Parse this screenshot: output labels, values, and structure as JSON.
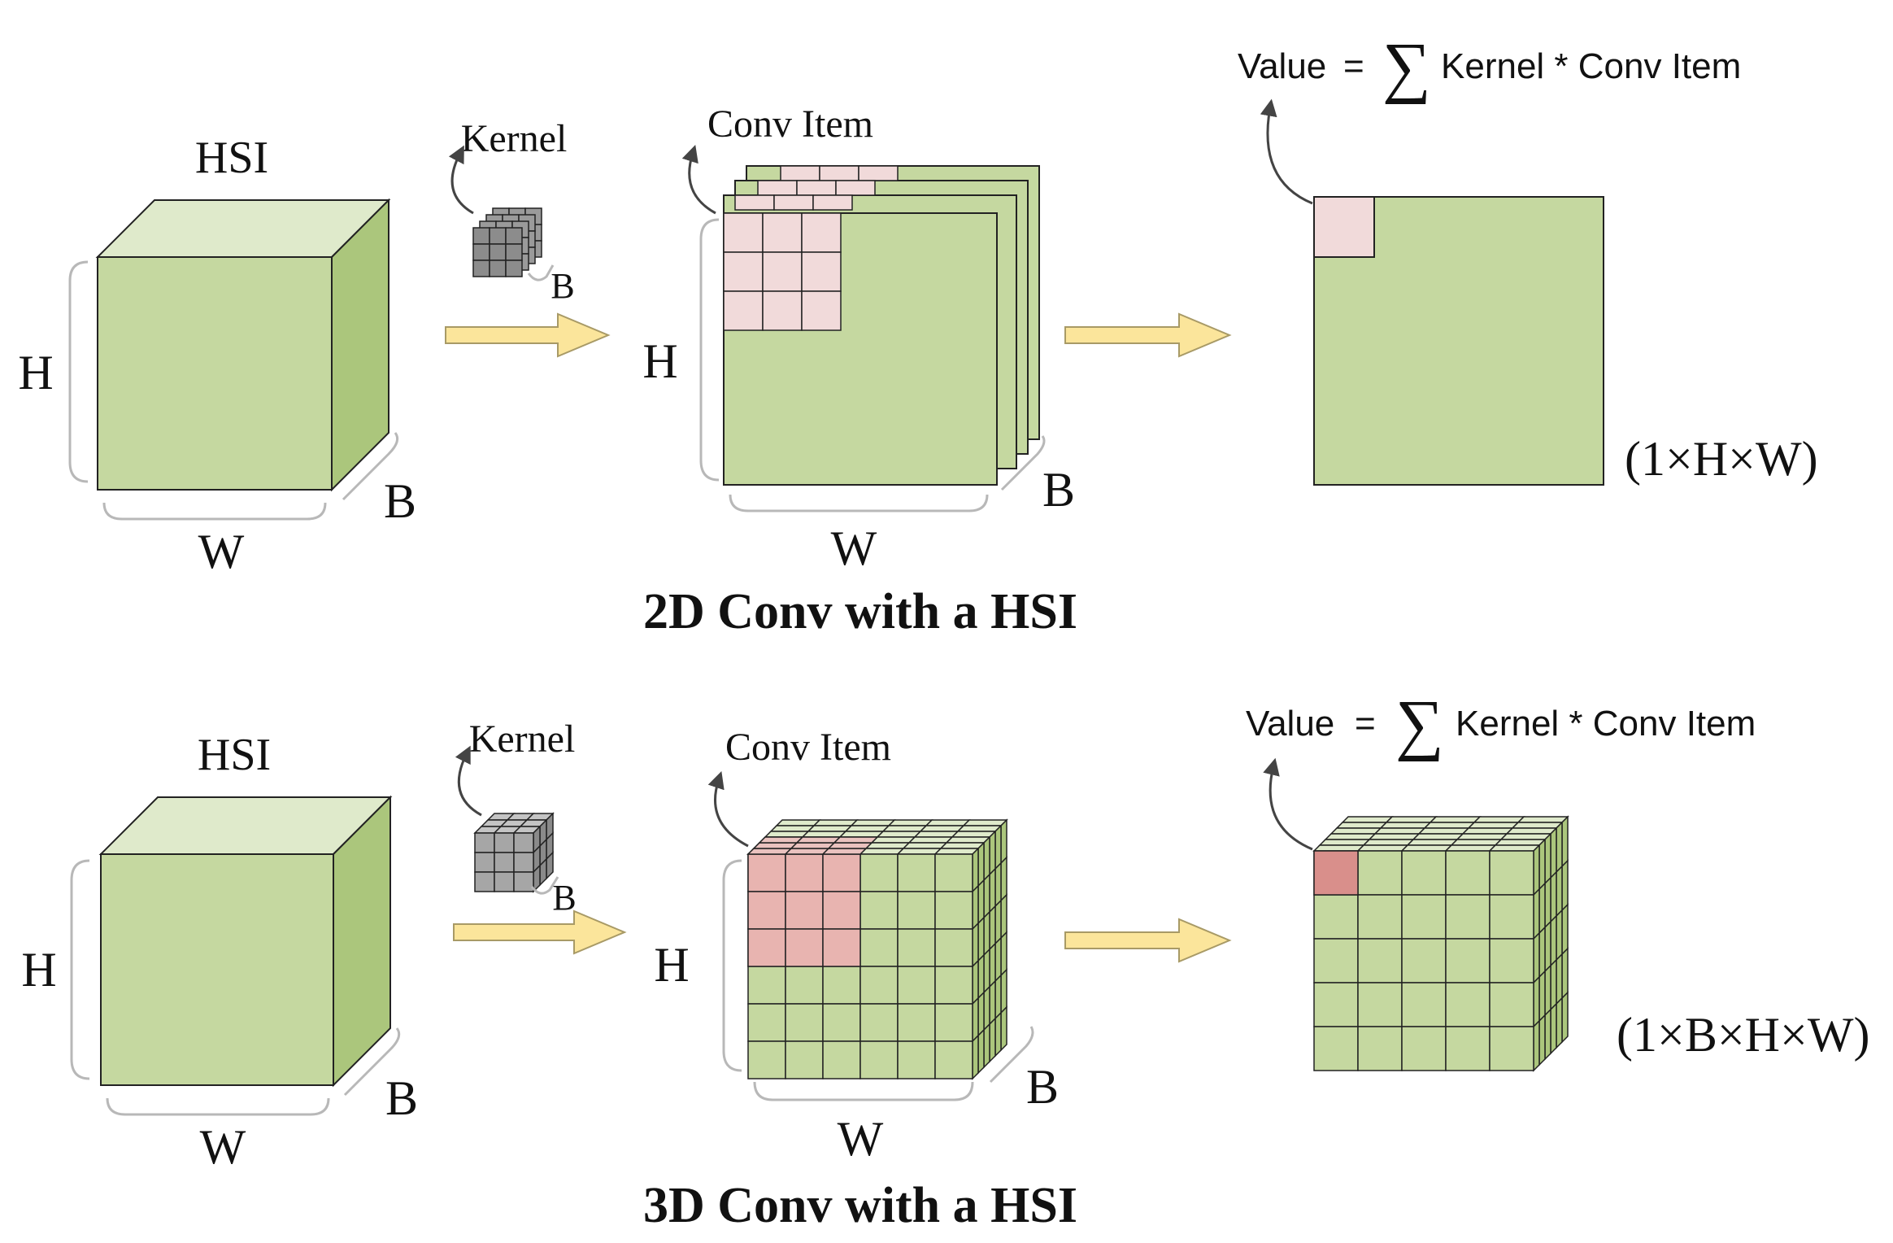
{
  "colors": {
    "face_front": "#c5d8a0",
    "face_top": "#dfeacb",
    "face_side": "#abc67c",
    "highlight_light": "#f1dada",
    "highlight_dark": "#d98f8b",
    "kernel_gray": "#9a9a9a",
    "arrow_fill": "#fbe59b",
    "arrow_stroke": "#a89a66",
    "bracket": "#b8b8b8",
    "curve_arrow": "#444444"
  },
  "top": {
    "hsi_label": "HSI",
    "cube_h": "H",
    "cube_w": "W",
    "cube_b": "B",
    "kernel_label": "Kernel",
    "kernel_b": "B",
    "conv_item_label": "Conv Item",
    "stack_h": "H",
    "stack_w": "W",
    "stack_b": "B",
    "formula_value": "Value",
    "formula_eq": "=",
    "formula_sum": "∑",
    "formula_rest": "Kernel * Conv Item",
    "output_dims": "(1×H×W)",
    "caption": "2D Conv with a HSI"
  },
  "bottom": {
    "hsi_label": "HSI",
    "cube_h": "H",
    "cube_w": "W",
    "cube_b": "B",
    "kernel_label": "Kernel",
    "kernel_b": "B",
    "conv_item_label": "Conv Item",
    "grid_h": "H",
    "grid_w": "W",
    "grid_b": "B",
    "formula_value": "Value",
    "formula_eq": "=",
    "formula_sum": "∑",
    "formula_rest": "Kernel * Conv Item",
    "output_dims": "(1×B×H×W)",
    "caption": "3D Conv with a HSI"
  }
}
